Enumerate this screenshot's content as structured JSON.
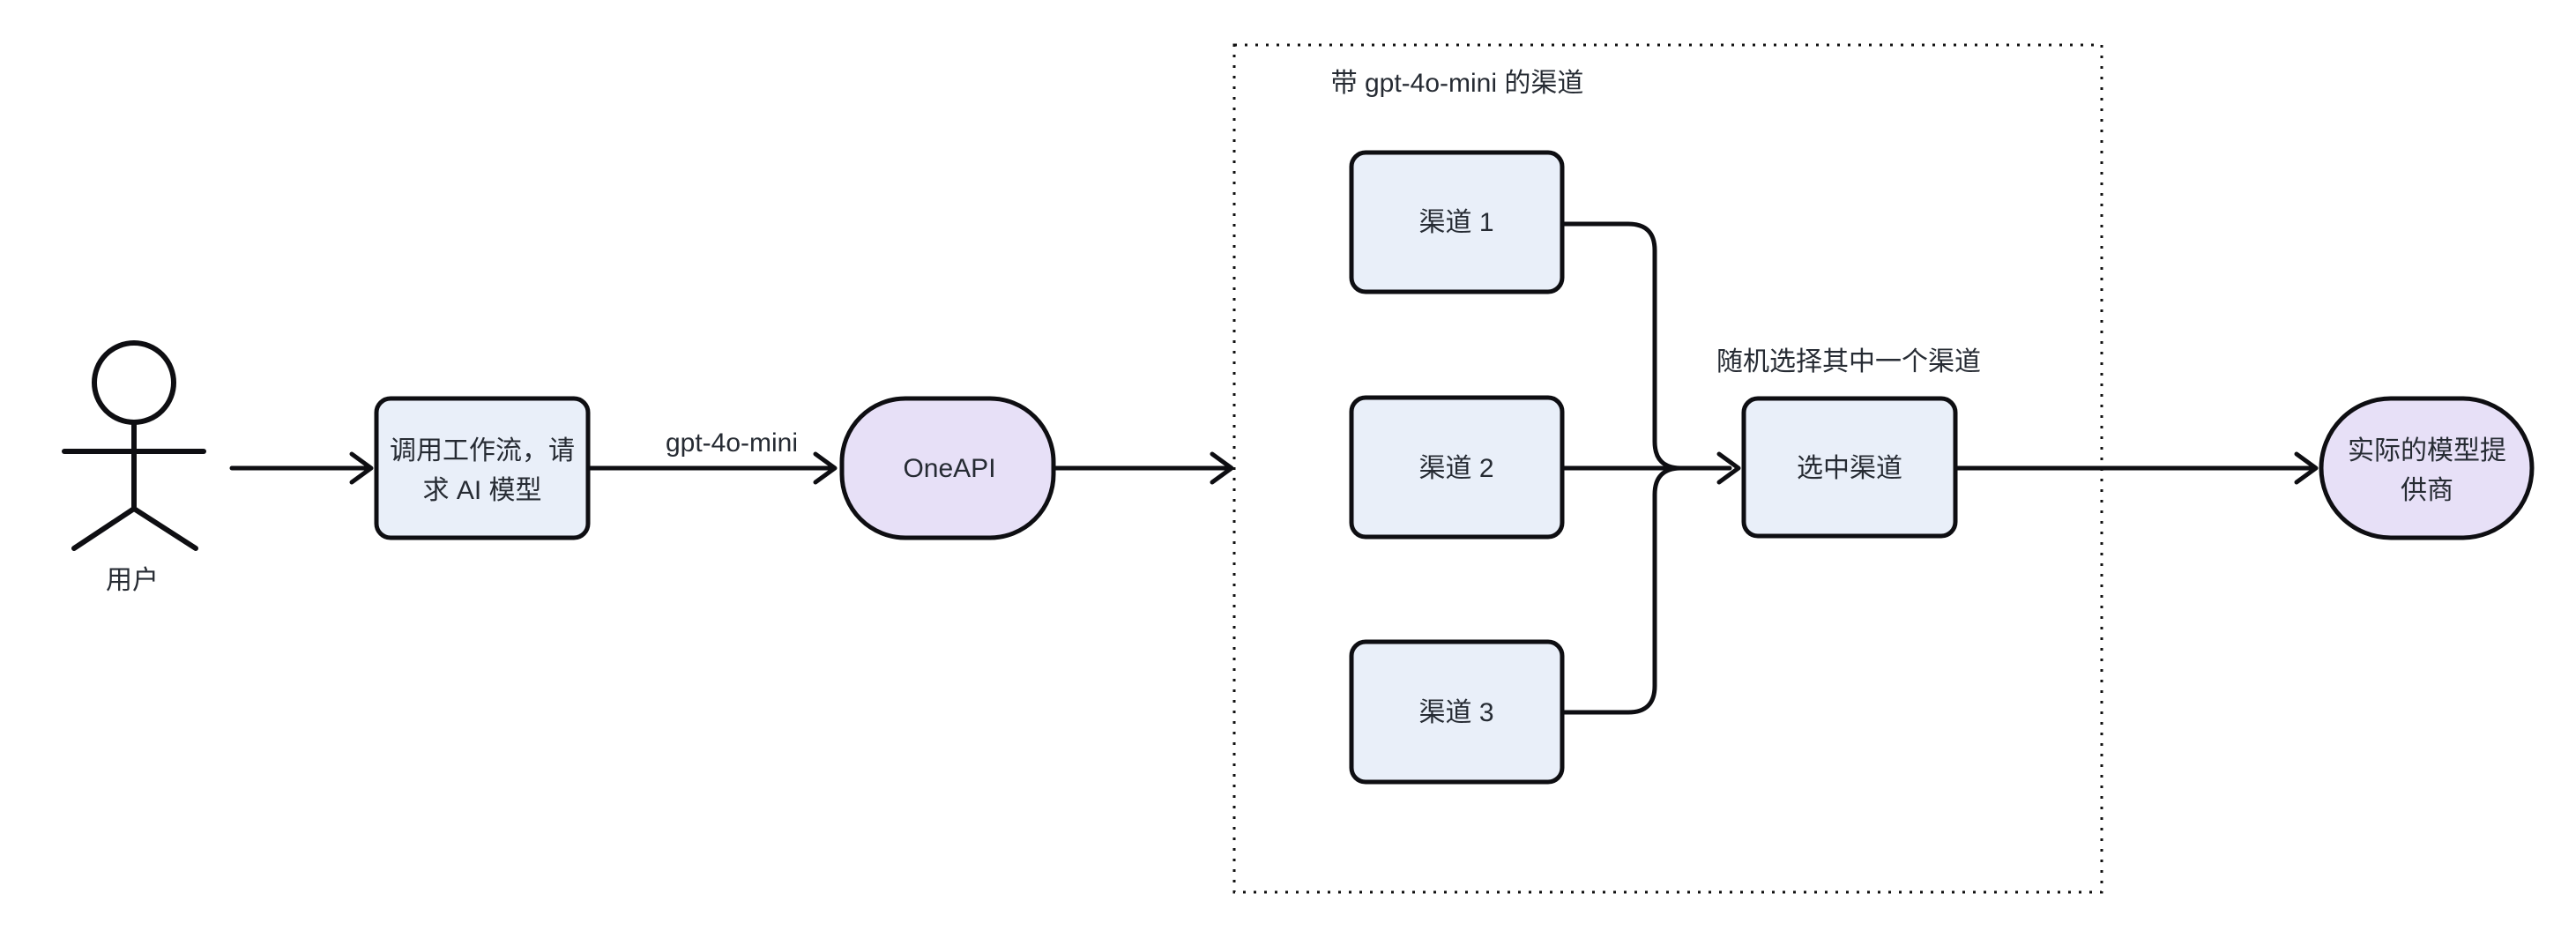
{
  "colors": {
    "background": "#ffffff",
    "node_border": "#0e0e12",
    "rect_node_fill": "#e9eff9",
    "stadium_node_fill": "#e7e0f7",
    "text": "#262b33"
  },
  "actor": {
    "label": "用户"
  },
  "nodes": {
    "workflow": {
      "lines": [
        "调用工作流，请",
        "求 AI 模型"
      ]
    },
    "oneapi": {
      "label": "OneAPI"
    },
    "channel1": {
      "label": "渠道 1"
    },
    "channel2": {
      "label": "渠道 2"
    },
    "channel3": {
      "label": "渠道 3"
    },
    "selected": {
      "label": "选中渠道"
    },
    "provider": {
      "lines": [
        "实际的模型提",
        "供商"
      ]
    }
  },
  "edges": {
    "gpt_label": "gpt-4o-mini",
    "random_label": "随机选择其中一个渠道"
  },
  "subgraph": {
    "title": "带 gpt-4o-mini 的渠道"
  }
}
